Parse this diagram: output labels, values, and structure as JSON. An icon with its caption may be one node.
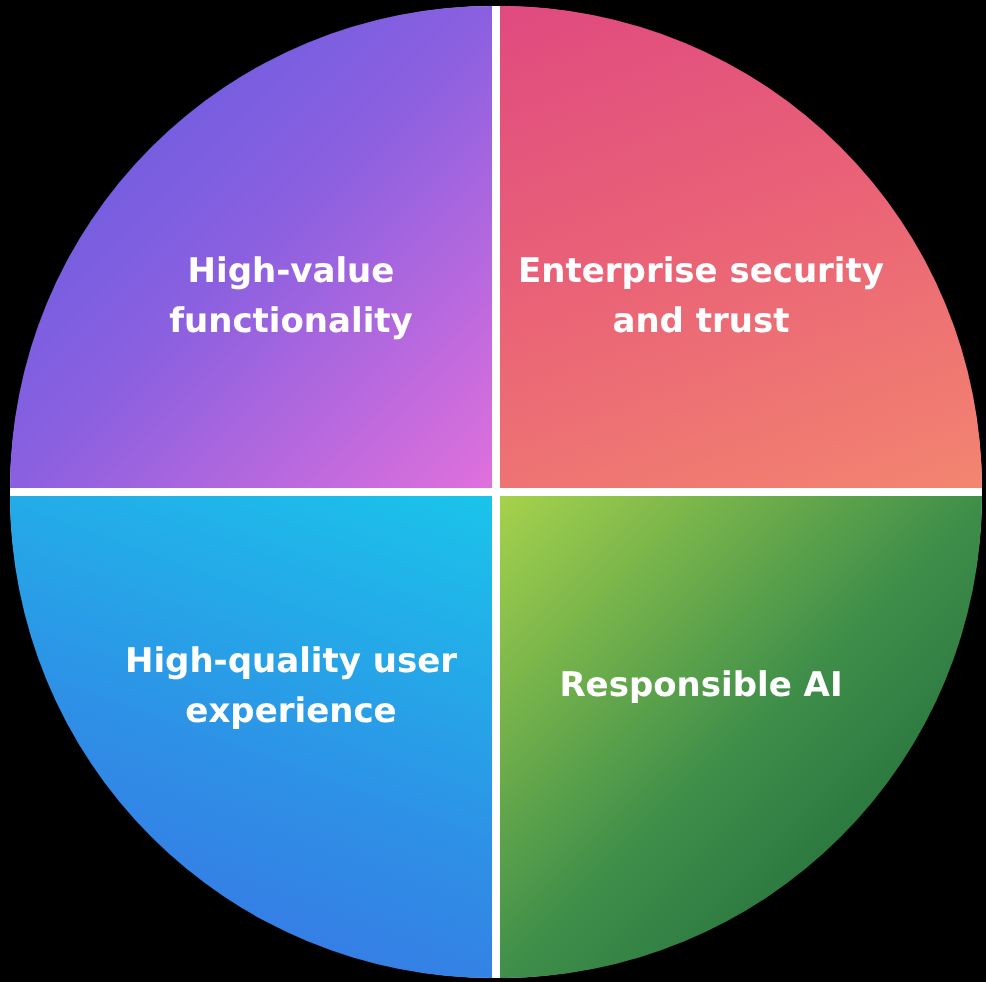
{
  "diagram": {
    "nodes": [
      {
        "text": [
          "High-value functionality"
        ]
      },
      {
        "text": [
          "Enterprise security and trust"
        ]
      },
      {
        "text": [
          "High-quality user experience"
        ]
      },
      {
        "text": [
          "Responsible AI"
        ]
      }
    ]
  }
}
